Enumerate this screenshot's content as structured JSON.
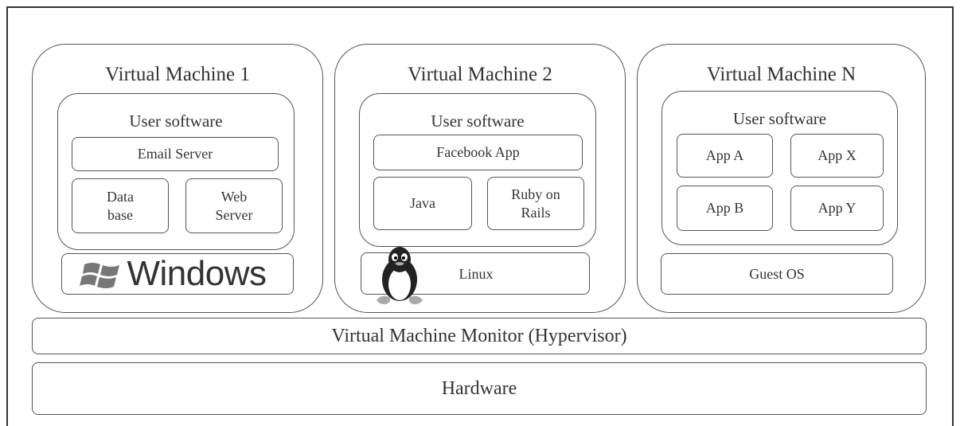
{
  "vm1": {
    "title": "Virtual Machine 1",
    "user_software": "User software",
    "email_server": "Email Server",
    "database": "Data\nbase",
    "web_server": "Web\nServer",
    "os": "Windows"
  },
  "vm2": {
    "title": "Virtual Machine 2",
    "user_software": "User software",
    "facebook_app": "Facebook App",
    "java": "Java",
    "ruby_on_rails": "Ruby on\nRails",
    "os": "Linux"
  },
  "vmn": {
    "title": "Virtual Machine N",
    "user_software": "User software",
    "app_a": "App A",
    "app_x": "App X",
    "app_b": "App B",
    "app_y": "App Y",
    "os": "Guest OS"
  },
  "hypervisor": "Virtual Machine Monitor (Hypervisor)",
  "hardware": "Hardware",
  "icons": {
    "windows": "windows-logo-icon",
    "linux": "tux-penguin-icon"
  }
}
